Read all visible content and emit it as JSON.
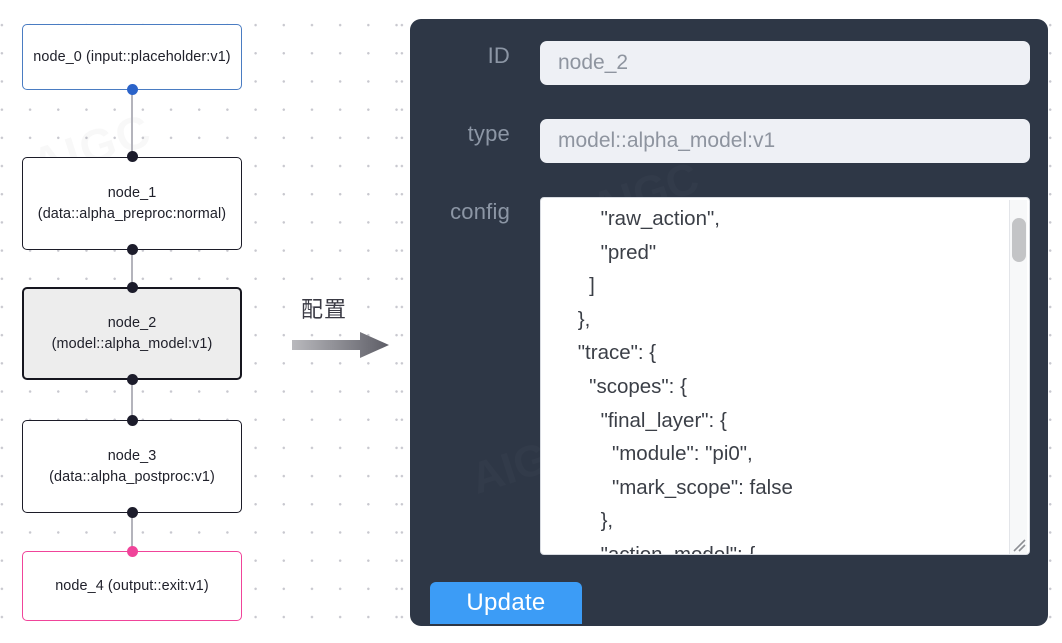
{
  "graph": {
    "nodes": [
      {
        "id": "node_0",
        "label": "node_0\n(input::placeholder:v1)",
        "type": "input::placeholder:v1",
        "state": "input"
      },
      {
        "id": "node_1",
        "label": "node_1\n(data::alpha_preproc:normal)",
        "type": "data::alpha_preproc:normal",
        "state": "default"
      },
      {
        "id": "node_2",
        "label": "node_2\n(model::alpha_model:v1)",
        "type": "model::alpha_model:v1",
        "state": "selected"
      },
      {
        "id": "node_3",
        "label": "node_3\n(data::alpha_postproc:v1)",
        "type": "data::alpha_postproc:v1",
        "state": "default"
      },
      {
        "id": "node_4",
        "label": "node_4\n(output::exit:v1)",
        "type": "output::exit:v1",
        "state": "output"
      }
    ],
    "colors": {
      "input_border": "#4a7cc2",
      "output_border": "#f0449a",
      "default_border": "#1c1c28",
      "selected_fill": "#ededed",
      "edge": "#b4b4bc",
      "port": "#1c1c2b"
    }
  },
  "transition": {
    "label": "配置",
    "arrow_direction": "right"
  },
  "inspector": {
    "panel_color": "#2e3746",
    "fields": {
      "id": {
        "label": "ID",
        "value": "node_2",
        "placeholder": "node_2"
      },
      "type": {
        "label": "type",
        "value": "model::alpha_model:v1",
        "placeholder": "model::alpha_model:v1"
      },
      "config": {
        "label": "config",
        "value": "        \"raw_action\",\n        \"pred\"\n      ]\n    },\n    \"trace\": {\n      \"scopes\": {\n        \"final_layer\": {\n          \"module\": \"pi0\",\n          \"mark_scope\": false\n        },\n        \"action_model\": {"
      }
    },
    "update_button": {
      "label": "Update",
      "color": "#3c9cf6"
    }
  },
  "watermarks": {
    "left": "AIGC",
    "panel": "AIGC"
  }
}
